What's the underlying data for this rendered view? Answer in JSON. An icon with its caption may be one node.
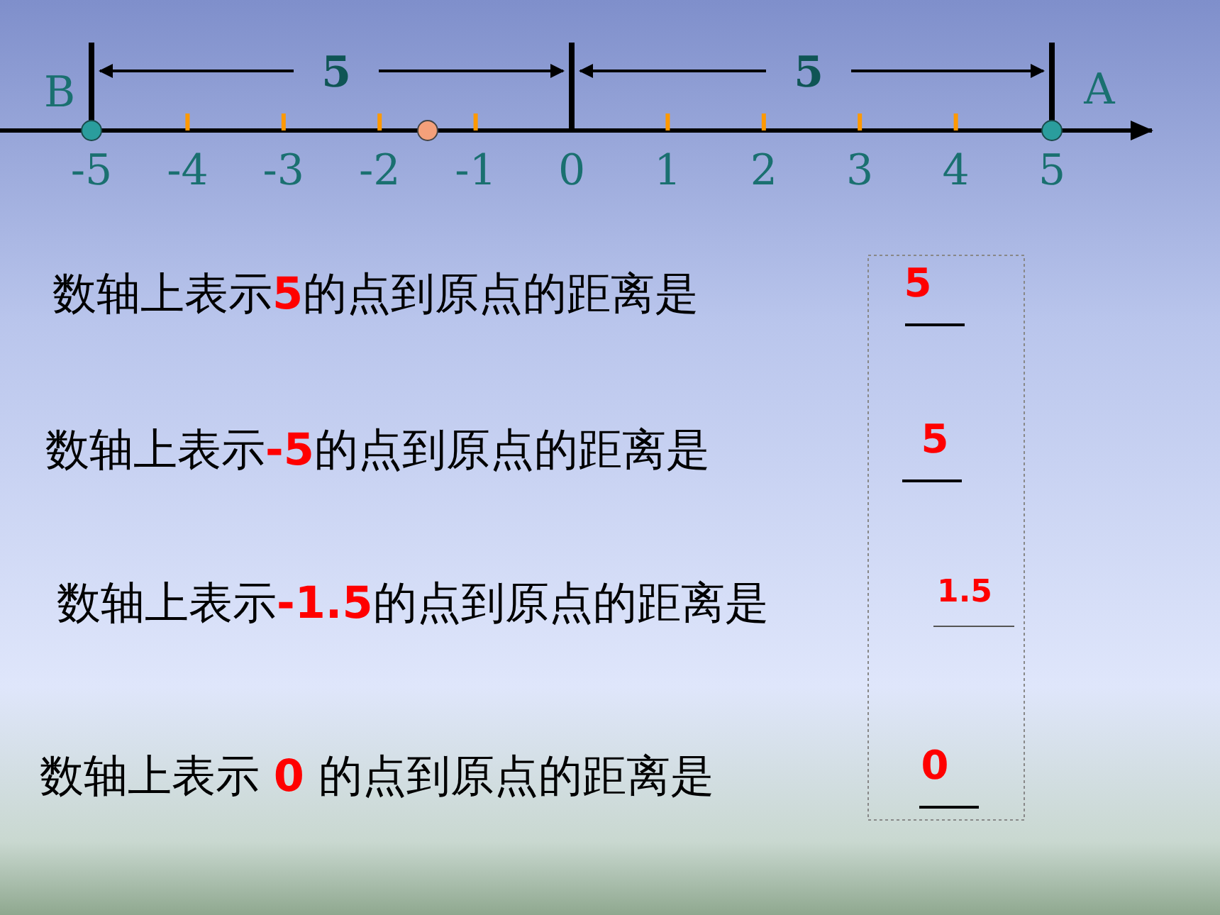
{
  "diagram": {
    "labels": [
      "B",
      "5",
      "5",
      "A",
      "-5",
      "-4",
      "-3",
      "-2",
      "-1",
      "0",
      "1",
      "2",
      "3",
      "4",
      "5",
      "数轴上表示**5**的点到原点的距离是",
      "5",
      "数轴上表示**-5**的点到原点的距离是",
      "5",
      "数轴上表示**-1.5**的点到原点的距离是",
      "1.5",
      "数轴上表示 **0** 的点到原点的距离是",
      "0"
    ]
  }
}
